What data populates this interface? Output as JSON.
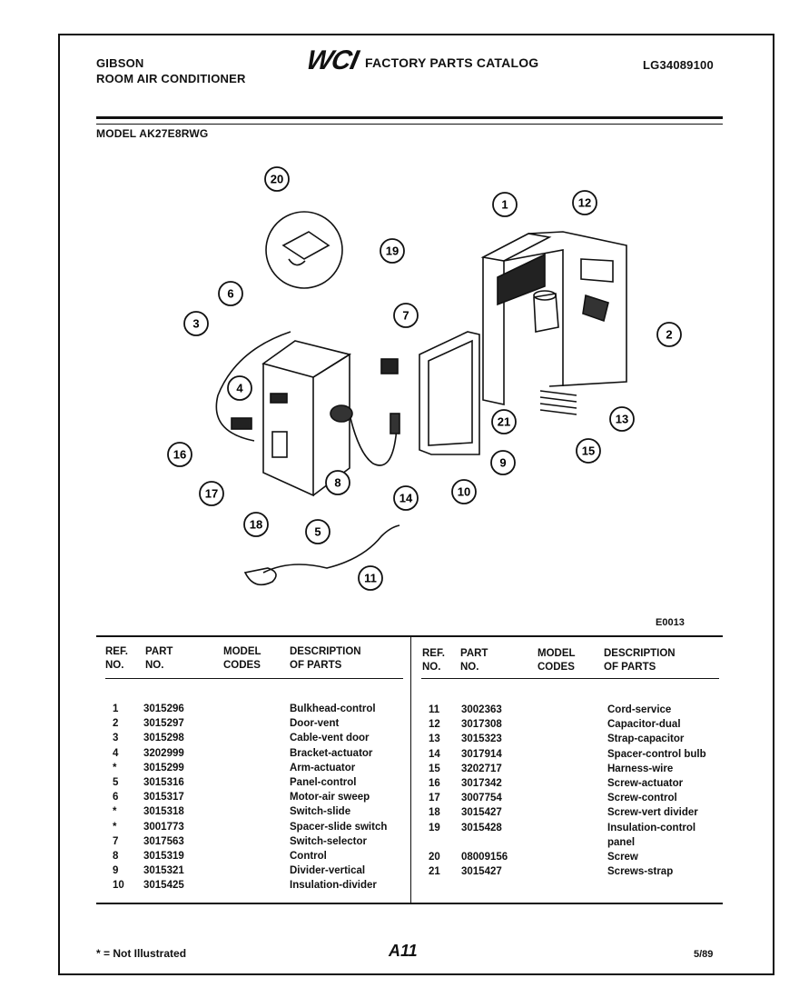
{
  "header": {
    "brand": "GIBSON",
    "product": "ROOM AIR CONDITIONER",
    "logo_text": "WCI",
    "catalog_title": "FACTORY PARTS CATALOG",
    "catalog_number": "LG34089100",
    "model_line": "MODEL AK27E8RWG"
  },
  "diagram": {
    "code": "E0013",
    "callouts": [
      "1",
      "2",
      "3",
      "4",
      "5",
      "6",
      "7",
      "8",
      "9",
      "10",
      "11",
      "12",
      "13",
      "14",
      "15",
      "16",
      "17",
      "18",
      "19",
      "20",
      "21"
    ]
  },
  "table": {
    "columns": {
      "ref": [
        "REF.",
        "NO."
      ],
      "part": [
        "PART",
        "NO."
      ],
      "model": [
        "MODEL",
        "CODES"
      ],
      "desc": [
        "DESCRIPTION",
        "OF PARTS"
      ]
    },
    "left_rows": [
      {
        "ref": "1",
        "part": "3015296",
        "desc": "Bulkhead-control"
      },
      {
        "ref": "2",
        "part": "3015297",
        "desc": "Door-vent"
      },
      {
        "ref": "3",
        "part": "3015298",
        "desc": "Cable-vent door"
      },
      {
        "ref": "4",
        "part": "3202999",
        "desc": "Bracket-actuator"
      },
      {
        "ref": "*",
        "part": "3015299",
        "desc": "Arm-actuator"
      },
      {
        "ref": "5",
        "part": "3015316",
        "desc": "Panel-control"
      },
      {
        "ref": "6",
        "part": "3015317",
        "desc": "Motor-air sweep"
      },
      {
        "ref": "*",
        "part": "3015318",
        "desc": "Switch-slide"
      },
      {
        "ref": "*",
        "part": "3001773",
        "desc": "Spacer-slide switch"
      },
      {
        "ref": "7",
        "part": "3017563",
        "desc": "Switch-selector"
      },
      {
        "ref": "8",
        "part": "3015319",
        "desc": "Control"
      },
      {
        "ref": "9",
        "part": "3015321",
        "desc": "Divider-vertical"
      },
      {
        "ref": "10",
        "part": "3015425",
        "desc": "Insulation-divider"
      }
    ],
    "right_rows": [
      {
        "ref": "11",
        "part": "3002363",
        "desc": "Cord-service"
      },
      {
        "ref": "12",
        "part": "3017308",
        "desc": "Capacitor-dual"
      },
      {
        "ref": "13",
        "part": "3015323",
        "desc": "Strap-capacitor"
      },
      {
        "ref": "14",
        "part": "3017914",
        "desc": "Spacer-control bulb"
      },
      {
        "ref": "15",
        "part": "3202717",
        "desc": "Harness-wire"
      },
      {
        "ref": "16",
        "part": "3017342",
        "desc": "Screw-actuator"
      },
      {
        "ref": "17",
        "part": "3007754",
        "desc": "Screw-control"
      },
      {
        "ref": "18",
        "part": "3015427",
        "desc": "Screw-vert divider"
      },
      {
        "ref": "19",
        "part": "3015428",
        "desc": "Insulation-control"
      },
      {
        "ref": "",
        "part": "",
        "desc": "panel"
      },
      {
        "ref": "20",
        "part": "08009156",
        "desc": "Screw"
      },
      {
        "ref": "21",
        "part": "3015427",
        "desc": "Screws-strap"
      }
    ]
  },
  "footer": {
    "note": "* = Not Illustrated",
    "page": "A11",
    "date": "5/89"
  }
}
